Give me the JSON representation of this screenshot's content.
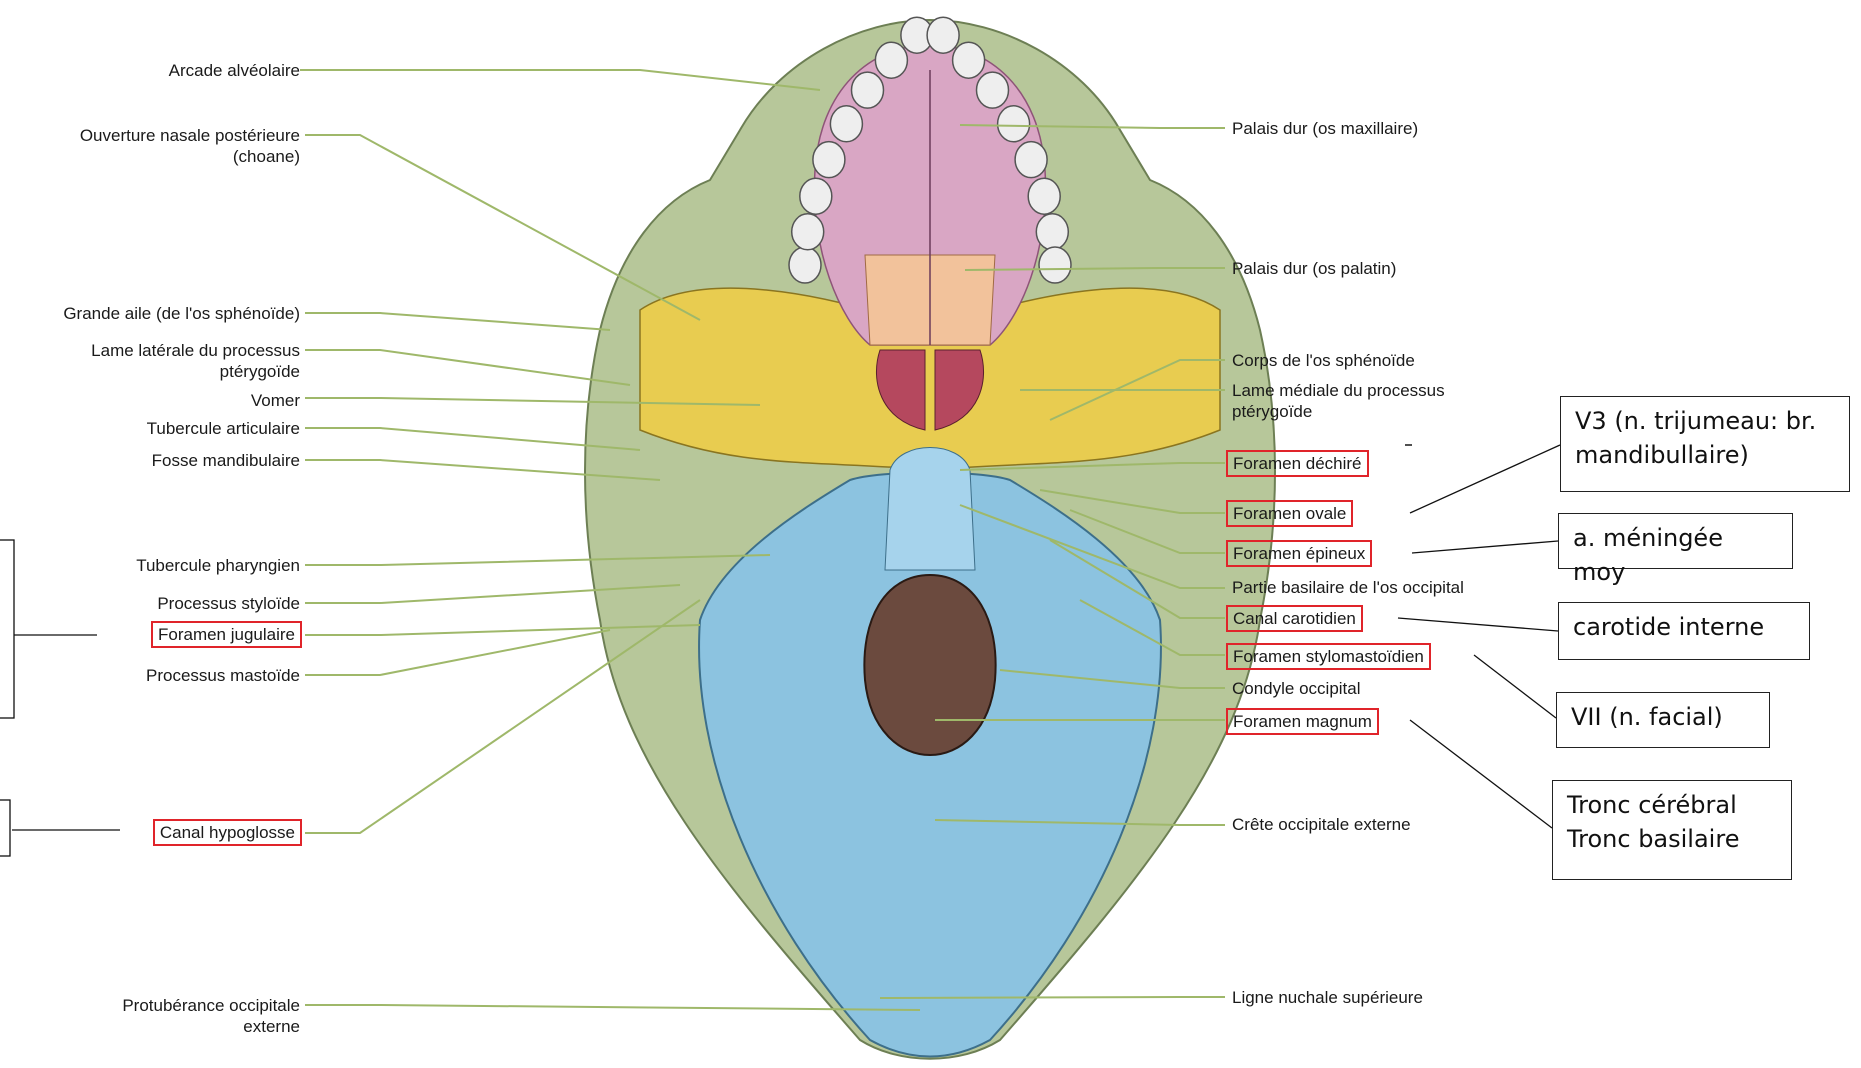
{
  "labels_left": [
    {
      "id": "arcade",
      "lines": [
        "Arcade alvéolaire"
      ],
      "highlight": false
    },
    {
      "id": "choane",
      "lines": [
        "Ouverture nasale postérieure",
        "(choane)"
      ],
      "highlight": false
    },
    {
      "id": "grande-aile",
      "lines": [
        "Grande aile (de l'os sphénoïde)"
      ],
      "highlight": false
    },
    {
      "id": "lame-laterale",
      "lines": [
        "Lame latérale du processus",
        "ptérygoïde"
      ],
      "highlight": false
    },
    {
      "id": "vomer",
      "lines": [
        "Vomer"
      ],
      "highlight": false
    },
    {
      "id": "tubercule-articulaire",
      "lines": [
        "Tubercule articulaire"
      ],
      "highlight": false
    },
    {
      "id": "fosse-mandibulaire",
      "lines": [
        "Fosse mandibulaire"
      ],
      "highlight": false
    },
    {
      "id": "tubercule-pharyngien",
      "lines": [
        "Tubercule pharyngien"
      ],
      "highlight": false
    },
    {
      "id": "processus-styloide",
      "lines": [
        "Processus styloïde"
      ],
      "highlight": false
    },
    {
      "id": "foramen-jugulaire",
      "lines": [
        "Foramen jugulaire"
      ],
      "highlight": true
    },
    {
      "id": "processus-mastoide",
      "lines": [
        "Processus mastoïde"
      ],
      "highlight": false
    },
    {
      "id": "canal-hypoglosse",
      "lines": [
        "Canal hypoglosse"
      ],
      "highlight": true
    },
    {
      "id": "protuberance",
      "lines": [
        "Protubérance occipitale",
        "externe"
      ],
      "highlight": false
    }
  ],
  "labels_right": [
    {
      "id": "palais-maxillaire",
      "lines": [
        "Palais dur (os maxillaire)"
      ],
      "highlight": false
    },
    {
      "id": "palais-palatin",
      "lines": [
        "Palais dur (os palatin)"
      ],
      "highlight": false
    },
    {
      "id": "corps-sphenoide",
      "lines": [
        "Corps de l'os sphénoïde"
      ],
      "highlight": false
    },
    {
      "id": "lame-mediale",
      "lines": [
        "Lame médiale du processus",
        "ptérygoïde"
      ],
      "highlight": false
    },
    {
      "id": "foramen-dechire",
      "lines": [
        "Foramen déchiré"
      ],
      "highlight": true
    },
    {
      "id": "foramen-ovale",
      "lines": [
        "Foramen ovale"
      ],
      "highlight": true
    },
    {
      "id": "foramen-epineux",
      "lines": [
        "Foramen épineux"
      ],
      "highlight": true
    },
    {
      "id": "partie-basilaire",
      "lines": [
        "Partie basilaire de l'os occipital"
      ],
      "highlight": false
    },
    {
      "id": "canal-carotidien",
      "lines": [
        "Canal carotidien"
      ],
      "highlight": true
    },
    {
      "id": "foramen-stylomastoidien",
      "lines": [
        "Foramen stylomastoïdien"
      ],
      "highlight": true
    },
    {
      "id": "condyle-occipital",
      "lines": [
        "Condyle occipital"
      ],
      "highlight": false
    },
    {
      "id": "foramen-magnum",
      "lines": [
        "Foramen magnum"
      ],
      "highlight": true
    },
    {
      "id": "crete-occipitale",
      "lines": [
        "Crête occipitale externe"
      ],
      "highlight": false
    },
    {
      "id": "ligne-nuchale",
      "lines": [
        "Ligne nuchale supérieure"
      ],
      "highlight": false
    }
  ],
  "annotation_boxes": [
    {
      "id": "v3",
      "lines": [
        "V3 (n. trijumeau: br.",
        "mandibullaire)"
      ]
    },
    {
      "id": "meningee",
      "lines": [
        "a. méningée moy"
      ]
    },
    {
      "id": "carotide",
      "lines": [
        "carotide interne"
      ]
    },
    {
      "id": "facial",
      "lines": [
        "VII (n. facial)"
      ]
    },
    {
      "id": "tronc",
      "lines": [
        "Tronc cérébral",
        "Tronc basilaire"
      ]
    }
  ],
  "colors": {
    "maxilla_palate": "#d9a6c4",
    "palatine": "#f2c29b",
    "zygomatic": "#e0a060",
    "sphenoid": "#e8cc50",
    "temporal": "#b7c79a",
    "occipital": "#8cc3e0",
    "teeth": "#eeeeee",
    "foramen": "#6b4a3e",
    "highlight_border": "#e0242a",
    "leader_line": "#9fb86a"
  }
}
